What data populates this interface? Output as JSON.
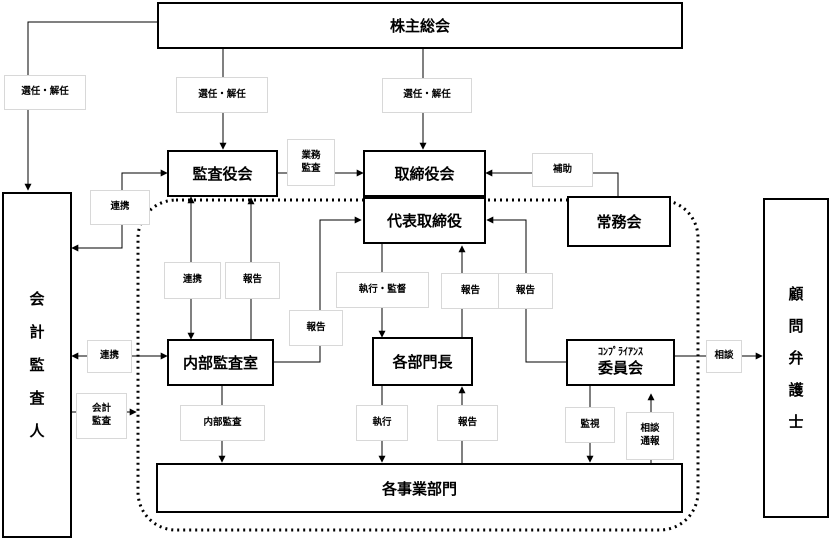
{
  "nodes": {
    "shareholders": "株主総会",
    "auditors_board": "監査役会",
    "board": "取締役会",
    "representative": "代表取締役",
    "executive_committee": "常務会",
    "internal_audit": "内部監査室",
    "division_heads": "各部門長",
    "compliance_line1": "ｺﾝﾌﾟﾗｲｱﾝｽ",
    "compliance_line2": "委員会",
    "business_units": "各事業部門",
    "accounting_auditor": [
      "会",
      "計",
      "監",
      "査",
      "人"
    ],
    "legal_counsel": [
      "顧",
      "問",
      "弁",
      "護",
      "士"
    ]
  },
  "labels": {
    "elect_dismiss_left": "選任・解任",
    "elect_dismiss_mid": "選任・解任",
    "elect_dismiss_right": "選任・解任",
    "business_audit_1": "業務",
    "business_audit_2": "監査",
    "assist": "補助",
    "liaison_top": "連携",
    "liaison_vertical": "連携",
    "report_to_auditors": "報告",
    "liaison_left": "連携",
    "report_internal": "報告",
    "exec_supervise": "執行・監督",
    "report_division": "報告",
    "report_compliance": "報告",
    "consult_right": "相談",
    "accounting_audit_1": "会計",
    "accounting_audit_2": "監査",
    "internal_audit_lbl": "内部監査",
    "execute": "執行",
    "report_bottom": "報告",
    "monitor": "監視",
    "consult_report_1": "相談",
    "consult_report_2": "通報"
  }
}
